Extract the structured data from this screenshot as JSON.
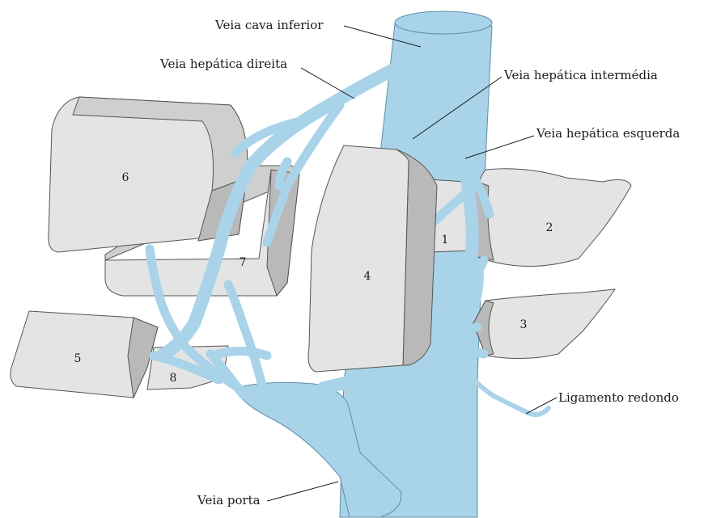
{
  "colors": {
    "vein": "#a9d3e8",
    "vein_dark": "#7fb4cf",
    "vein_outline": "#5d8fa8",
    "segment_front": "#e4e4e4",
    "segment_top": "#cfcfcf",
    "segment_side": "#b9b9b9",
    "segment_outline": "#555555"
  },
  "labels": {
    "ivc": "Veia cava inferior",
    "right_hepatic": "Veia hepática direita",
    "middle_hepatic": "Veia hepática intermédia",
    "left_hepatic": "Veia hepática esquerda",
    "round_ligament": "Ligamento redondo",
    "portal": "Veia porta"
  },
  "segments": {
    "s1": "1",
    "s2": "2",
    "s3": "3",
    "s4": "4",
    "s5": "5",
    "s6": "6",
    "s7": "7",
    "s8": "8"
  }
}
